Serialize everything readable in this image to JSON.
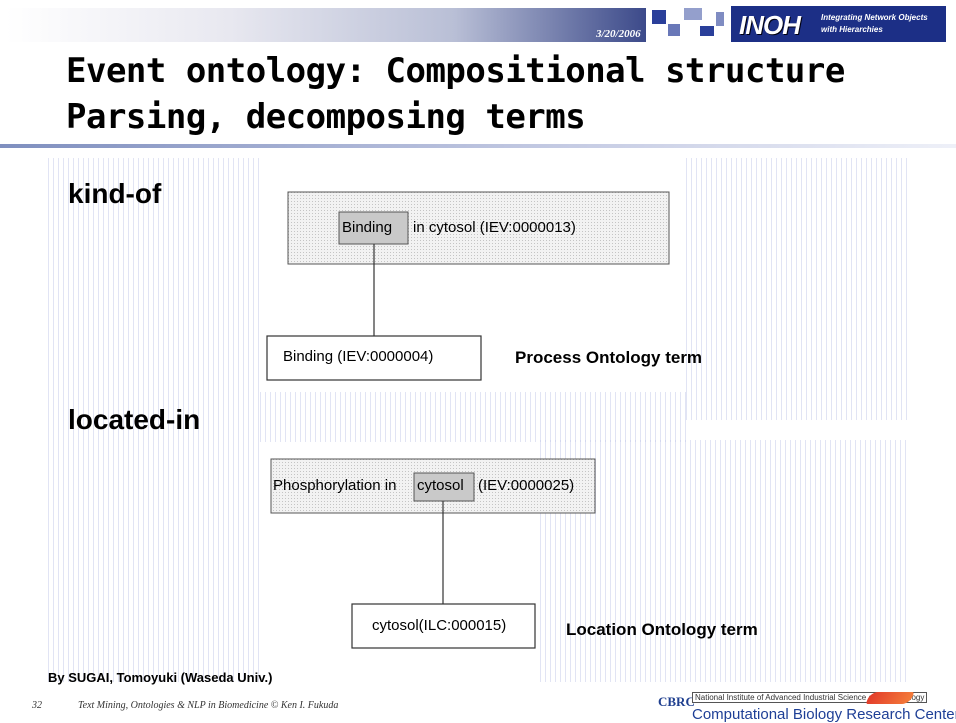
{
  "header": {
    "date": "3/20/2006",
    "logo": {
      "main": "INOH",
      "subtitle": "Integrating Network Objects with Hierarchies"
    },
    "title_lines": [
      "Event ontology: Compositional structure",
      "Parsing, decomposing terms"
    ]
  },
  "sections": {
    "kind_of": {
      "label": "kind-of",
      "composite_term": {
        "highlight": "Binding",
        "rest": "in cytosol (IEV:0000013)"
      },
      "component_term": "Binding (IEV:0000004)",
      "caption": "Process Ontology term"
    },
    "located_in": {
      "label": "located-in",
      "composite_term": {
        "prefix": "Phosphorylation in",
        "highlight": "cytosol",
        "suffix": "(IEV:0000025)"
      },
      "component_term": "cytosol(ILC:000015)",
      "caption": "Location Ontology term"
    }
  },
  "footer": {
    "author": "By SUGAI, Tomoyuki (Waseda Univ.)",
    "page_number": "32",
    "text": "Text Mining, Ontologies & NLP in Biomedicine © Ken I. Fukuda",
    "cbrc_mark": "CBRC",
    "institute": "National Institute of Advanced Industrial Science and Technology",
    "center": "Computational Biology Research Center"
  },
  "colors": {
    "title_rule": "#7f8fbf",
    "logo_blue": "#1c2f86",
    "term_box_fill": "#eeeeee",
    "highlight_fill": "#c8c8c8"
  }
}
